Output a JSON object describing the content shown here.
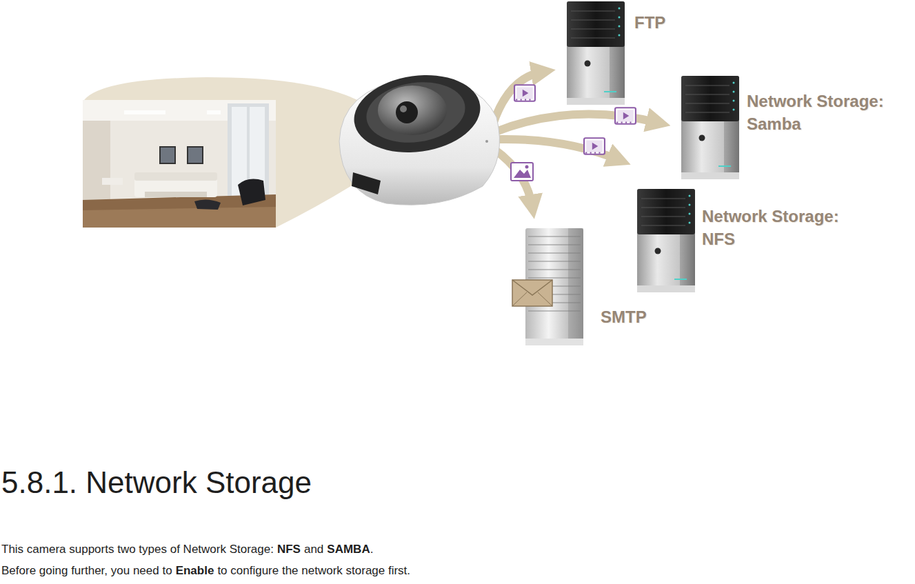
{
  "diagram": {
    "title": "5.8.1. Network Storage",
    "nodes": [
      {
        "text": [
          "FTP"
        ]
      },
      {
        "text": [
          "Network Storage: Samba"
        ]
      },
      {
        "text": [
          "Network Storage: NFS"
        ]
      },
      {
        "text": [
          "SMTP"
        ]
      }
    ],
    "labels": [
      "This camera supports two types of Network Storage:",
      "NFS",
      "and",
      "SAMBA",
      ".",
      "Before going further, you need to",
      "Enable",
      "to configure the network storage first."
    ]
  }
}
